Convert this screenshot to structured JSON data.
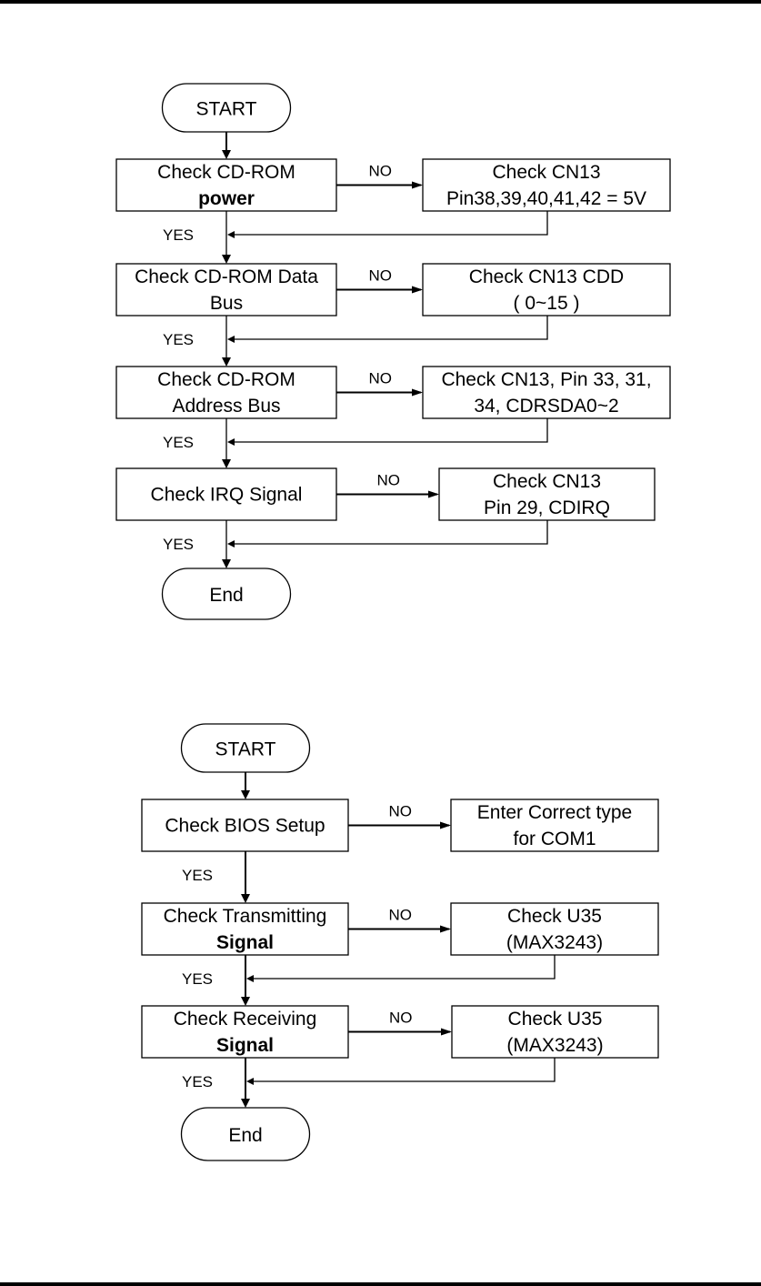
{
  "page": {
    "header_rule": true,
    "footer_rule": true
  },
  "flowcharts": [
    {
      "id": "cdrom",
      "start_label": "START",
      "end_label": "End",
      "steps": [
        {
          "check_lines": [
            {
              "text": "Check CD-ROM",
              "bold": false
            },
            {
              "text": "power",
              "bold": true
            }
          ],
          "no_label": "NO",
          "yes_label": "YES",
          "action_lines": [
            {
              "text": "Check CN13",
              "bold": false
            },
            {
              "text": "Pin38,39,40,41,42 = 5V",
              "bold": false
            }
          ]
        },
        {
          "check_lines": [
            {
              "text": "Check CD-ROM Data",
              "bold": false
            },
            {
              "text": "Bus",
              "bold": false
            }
          ],
          "no_label": "NO",
          "yes_label": "YES",
          "action_lines": [
            {
              "text": "Check CN13 CDD",
              "bold": false
            },
            {
              "text": "( 0~15 )",
              "bold": false
            }
          ]
        },
        {
          "check_lines": [
            {
              "text": "Check CD-ROM",
              "bold": false
            },
            {
              "text": "Address Bus",
              "bold": false
            }
          ],
          "no_label": "NO",
          "yes_label": "YES",
          "action_lines": [
            {
              "text": "Check CN13, Pin 33, 31,",
              "bold": false
            },
            {
              "text": "34, CDRSDA0~2",
              "bold": false
            }
          ]
        },
        {
          "check_lines": [
            {
              "text": "Check IRQ Signal",
              "bold": false
            }
          ],
          "no_label": "NO",
          "yes_label": "YES",
          "action_lines": [
            {
              "text": "Check CN13",
              "bold": false
            },
            {
              "text": "Pin 29, CDIRQ",
              "bold": false
            }
          ]
        }
      ]
    },
    {
      "id": "com1",
      "start_label": "START",
      "end_label": "End",
      "steps": [
        {
          "check_lines": [
            {
              "text": "Check BIOS Setup",
              "bold": false
            }
          ],
          "no_label": "NO",
          "yes_label": "YES",
          "action_lines": [
            {
              "text": "Enter Correct type",
              "bold": false
            },
            {
              "text": "for COM1",
              "bold": false
            }
          ],
          "returns": false
        },
        {
          "check_lines": [
            {
              "text": "Check Transmitting",
              "bold": false
            },
            {
              "text": "Signal",
              "bold": true
            }
          ],
          "no_label": "NO",
          "yes_label": "YES",
          "action_lines": [
            {
              "text": "Check U35",
              "bold": false
            },
            {
              "text": "(MAX3243)",
              "bold": false
            }
          ]
        },
        {
          "check_lines": [
            {
              "text": "Check Receiving",
              "bold": false
            },
            {
              "text": "Signal",
              "bold": true
            }
          ],
          "no_label": "NO",
          "yes_label": "YES",
          "action_lines": [
            {
              "text": "Check U35",
              "bold": false
            },
            {
              "text": "(MAX3243)",
              "bold": false
            }
          ]
        }
      ]
    }
  ]
}
